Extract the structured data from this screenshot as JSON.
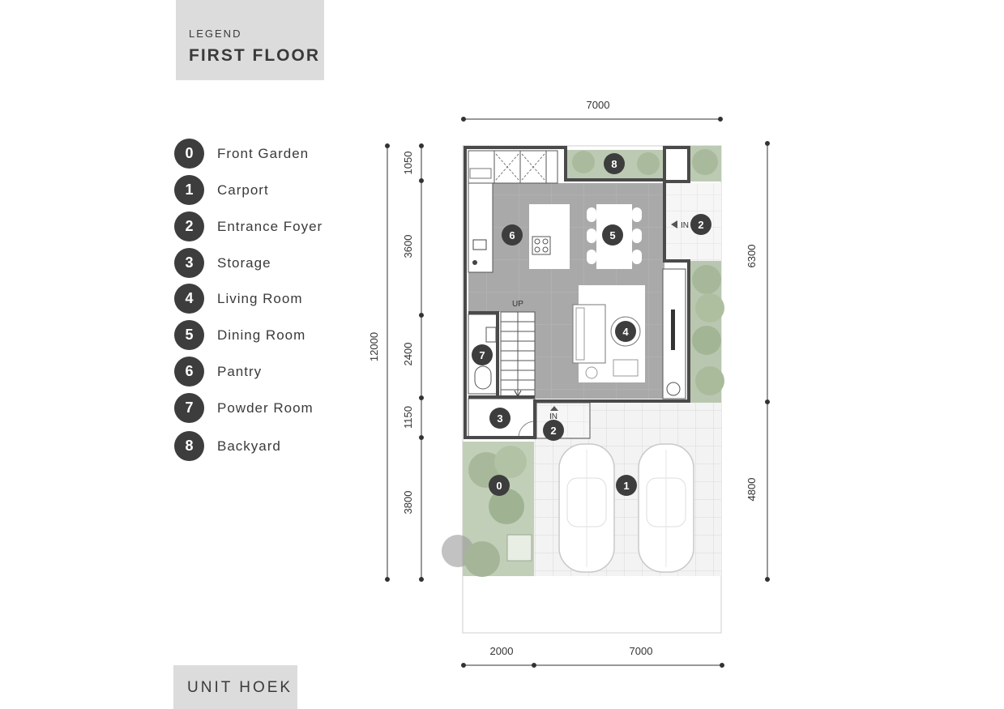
{
  "header": {
    "legend_label": "LEGEND",
    "floor_title": "FIRST FLOOR"
  },
  "footer": {
    "unit_label": "UNIT HOEK"
  },
  "legend": [
    {
      "num": "0",
      "label": "Front Garden"
    },
    {
      "num": "1",
      "label": "Carport"
    },
    {
      "num": "2",
      "label": "Entrance Foyer"
    },
    {
      "num": "3",
      "label": "Storage"
    },
    {
      "num": "4",
      "label": "Living Room"
    },
    {
      "num": "5",
      "label": "Dining Room"
    },
    {
      "num": "6",
      "label": "Pantry"
    },
    {
      "num": "7",
      "label": "Powder Room"
    },
    {
      "num": "8",
      "label": "Backyard"
    }
  ],
  "dimensions": {
    "top_width": "7000",
    "bottom_left": "2000",
    "bottom_right": "7000",
    "left_total": "12000",
    "left_segments": [
      "1050",
      "3600",
      "2400",
      "1150",
      "3800"
    ],
    "right_upper": "6300",
    "right_lower": "4800"
  },
  "plan_labels": {
    "stairs": "UP",
    "entrance_in": "IN",
    "side_in": "IN",
    "markers": [
      "8",
      "6",
      "5",
      "2",
      "4",
      "7",
      "3",
      "2",
      "0",
      "1"
    ]
  },
  "colors": {
    "marker": "#3d3d3d",
    "interior_floor": "#a9a9a9",
    "garden": "#b9c7b0",
    "wall": "#4a4a4a"
  }
}
